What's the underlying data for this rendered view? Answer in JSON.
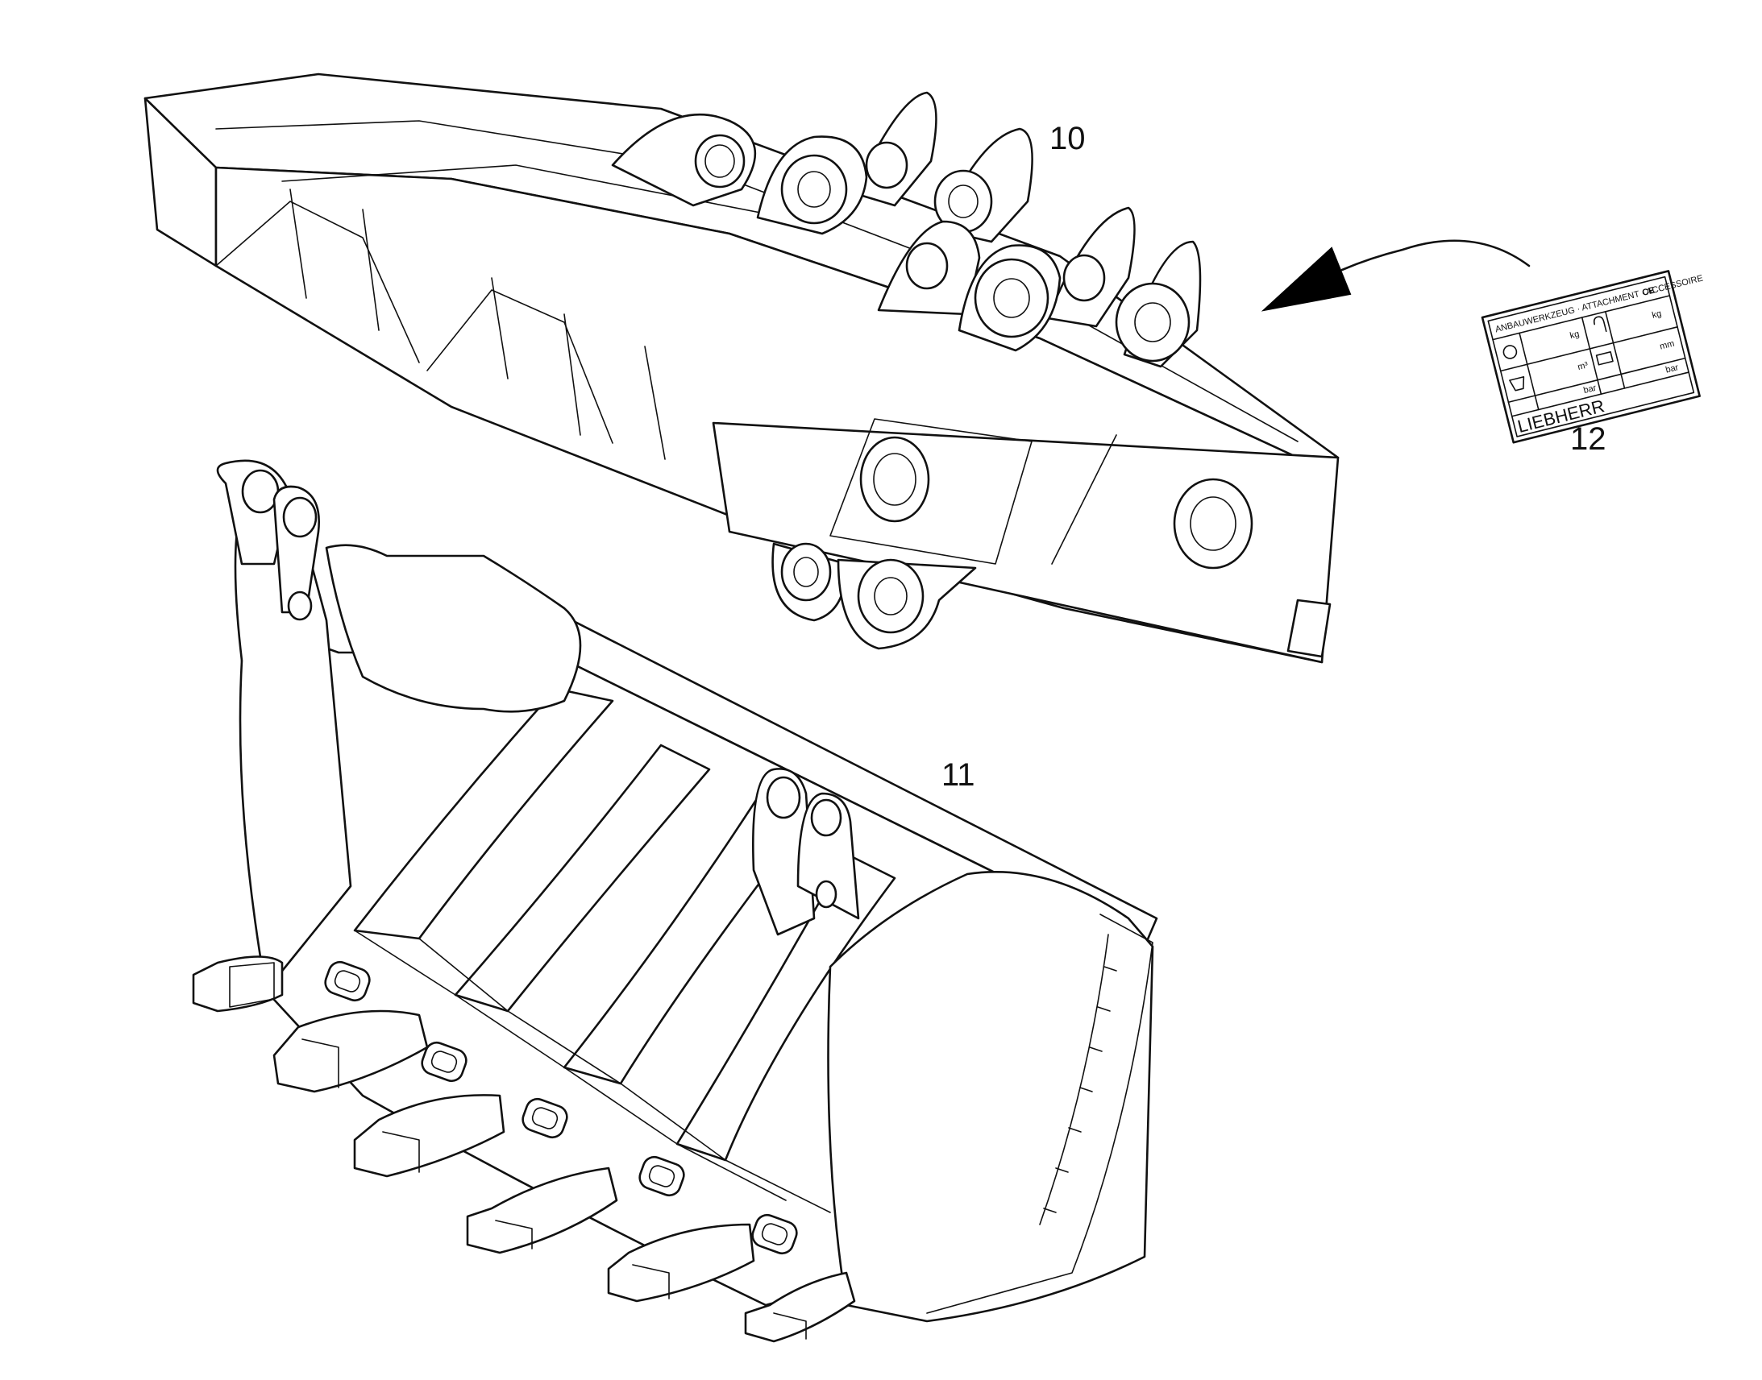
{
  "callouts": {
    "boom_frame": "10",
    "bucket": "11",
    "nameplate": "12"
  },
  "nameplate": {
    "brand": "LIEBHERR",
    "ce_mark": "CE",
    "header": "ANBAUWERKZEUG · ATTACHMENT · ACCESSOIRE",
    "unit_kg_1": "kg",
    "unit_kg_2": "kg",
    "unit_mm": "mm",
    "unit_m3": "m³",
    "unit_bar_1": "bar",
    "unit_bar_2": "bar"
  },
  "colors": {
    "line": "#111111",
    "background": "#ffffff",
    "arrow_fill": "#000000"
  },
  "icons": [
    "weight-icon",
    "lifting-hook-icon",
    "bucket-capacity-icon",
    "pressure-icon",
    "ce-mark-icon"
  ]
}
